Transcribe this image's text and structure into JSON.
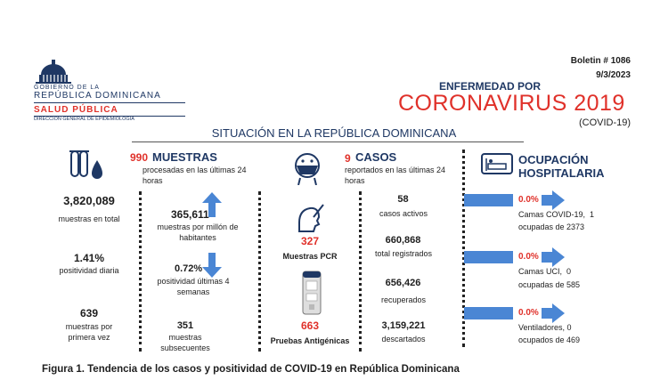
{
  "header": {
    "gov_line1": "GOBIERNO DE LA",
    "gov_line2": "REPÚBLICA DOMINICANA",
    "salud": "SALUD PÚBLICA",
    "direccion": "DIRECCIÓN GENERAL DE EPIDEMIOLOGÍA",
    "boletin": "Boletin # 1086",
    "fecha": "9/3/2023",
    "enfermedad": "ENFERMEDAD POR",
    "coronavirus": "CORONAVIRUS 2019",
    "covid": "(COVID-19)",
    "situacion": "SITUACIÓN EN LA REPÚBLICA DOMINICANA"
  },
  "muestras": {
    "count": "990",
    "title": "MUESTRAS",
    "subtitle": "procesadas en las últimas 24 horas",
    "total_value": "3,820,089",
    "total_label": "muestras en total",
    "pos_diaria_value": "1.41%",
    "pos_diaria_label": "positividad diaria",
    "primera_value": "639",
    "primera_label": "muestras por primera vez",
    "millon_value": "365,611",
    "millon_label": "muestras por millón de habitantes",
    "pos4_value": "0.72%",
    "pos4_label": "positividad últimas 4 semanas",
    "subsec_value": "351",
    "subsec_label": "muestras subsecuentes"
  },
  "casos": {
    "count": "9",
    "title": "CASOS",
    "subtitle": "reportados en las últimas 24 horas",
    "pcr_value": "327",
    "pcr_label": "Muestras PCR",
    "antigeno_value": "663",
    "antigeno_label": "Pruebas Antigénicas",
    "activos_value": "58",
    "activos_label": "casos activos",
    "registrados_value": "660,868",
    "registrados_label": "total registrados",
    "recuperados_value": "656,426",
    "recuperados_label": "recuperados",
    "descartados_value": "3,159,221",
    "descartados_label": "descartados"
  },
  "ocupacion": {
    "title_line1": "OCUPACIÓN",
    "title_line2": "HOSPITALARIA",
    "items": [
      {
        "pct": "0.0%",
        "line1": "Camas COVID-19,  1",
        "line2": "ocupadas de 2373",
        "fraction": 0.0
      },
      {
        "pct": "0.0%",
        "line1": "Camas UCI,  0",
        "line2": "ocupadas de 585",
        "fraction": 0.0
      },
      {
        "pct": "0.0%",
        "line1": "Ventiladores, 0",
        "line2": "ocupados de 469",
        "fraction": 0.0
      }
    ]
  },
  "footer": {
    "figura": "Figura 1. Tendencia de los casos y positividad de COVID-19 en República Dominicana"
  },
  "icons": {
    "logo": "dome-building-icon",
    "test_tubes": "test-tubes-drop-icon",
    "sick_person": "masked-face-icon",
    "pcr": "nasal-swab-icon",
    "antigen": "antigen-test-kit-icon",
    "hospital": "hospital-bed-icon",
    "trend_up": "arrow-up-icon",
    "trend_down": "arrow-down-icon"
  },
  "colors": {
    "navy": "#1f3864",
    "red": "#e0312a",
    "arrow_blue": "#4a86d4"
  }
}
